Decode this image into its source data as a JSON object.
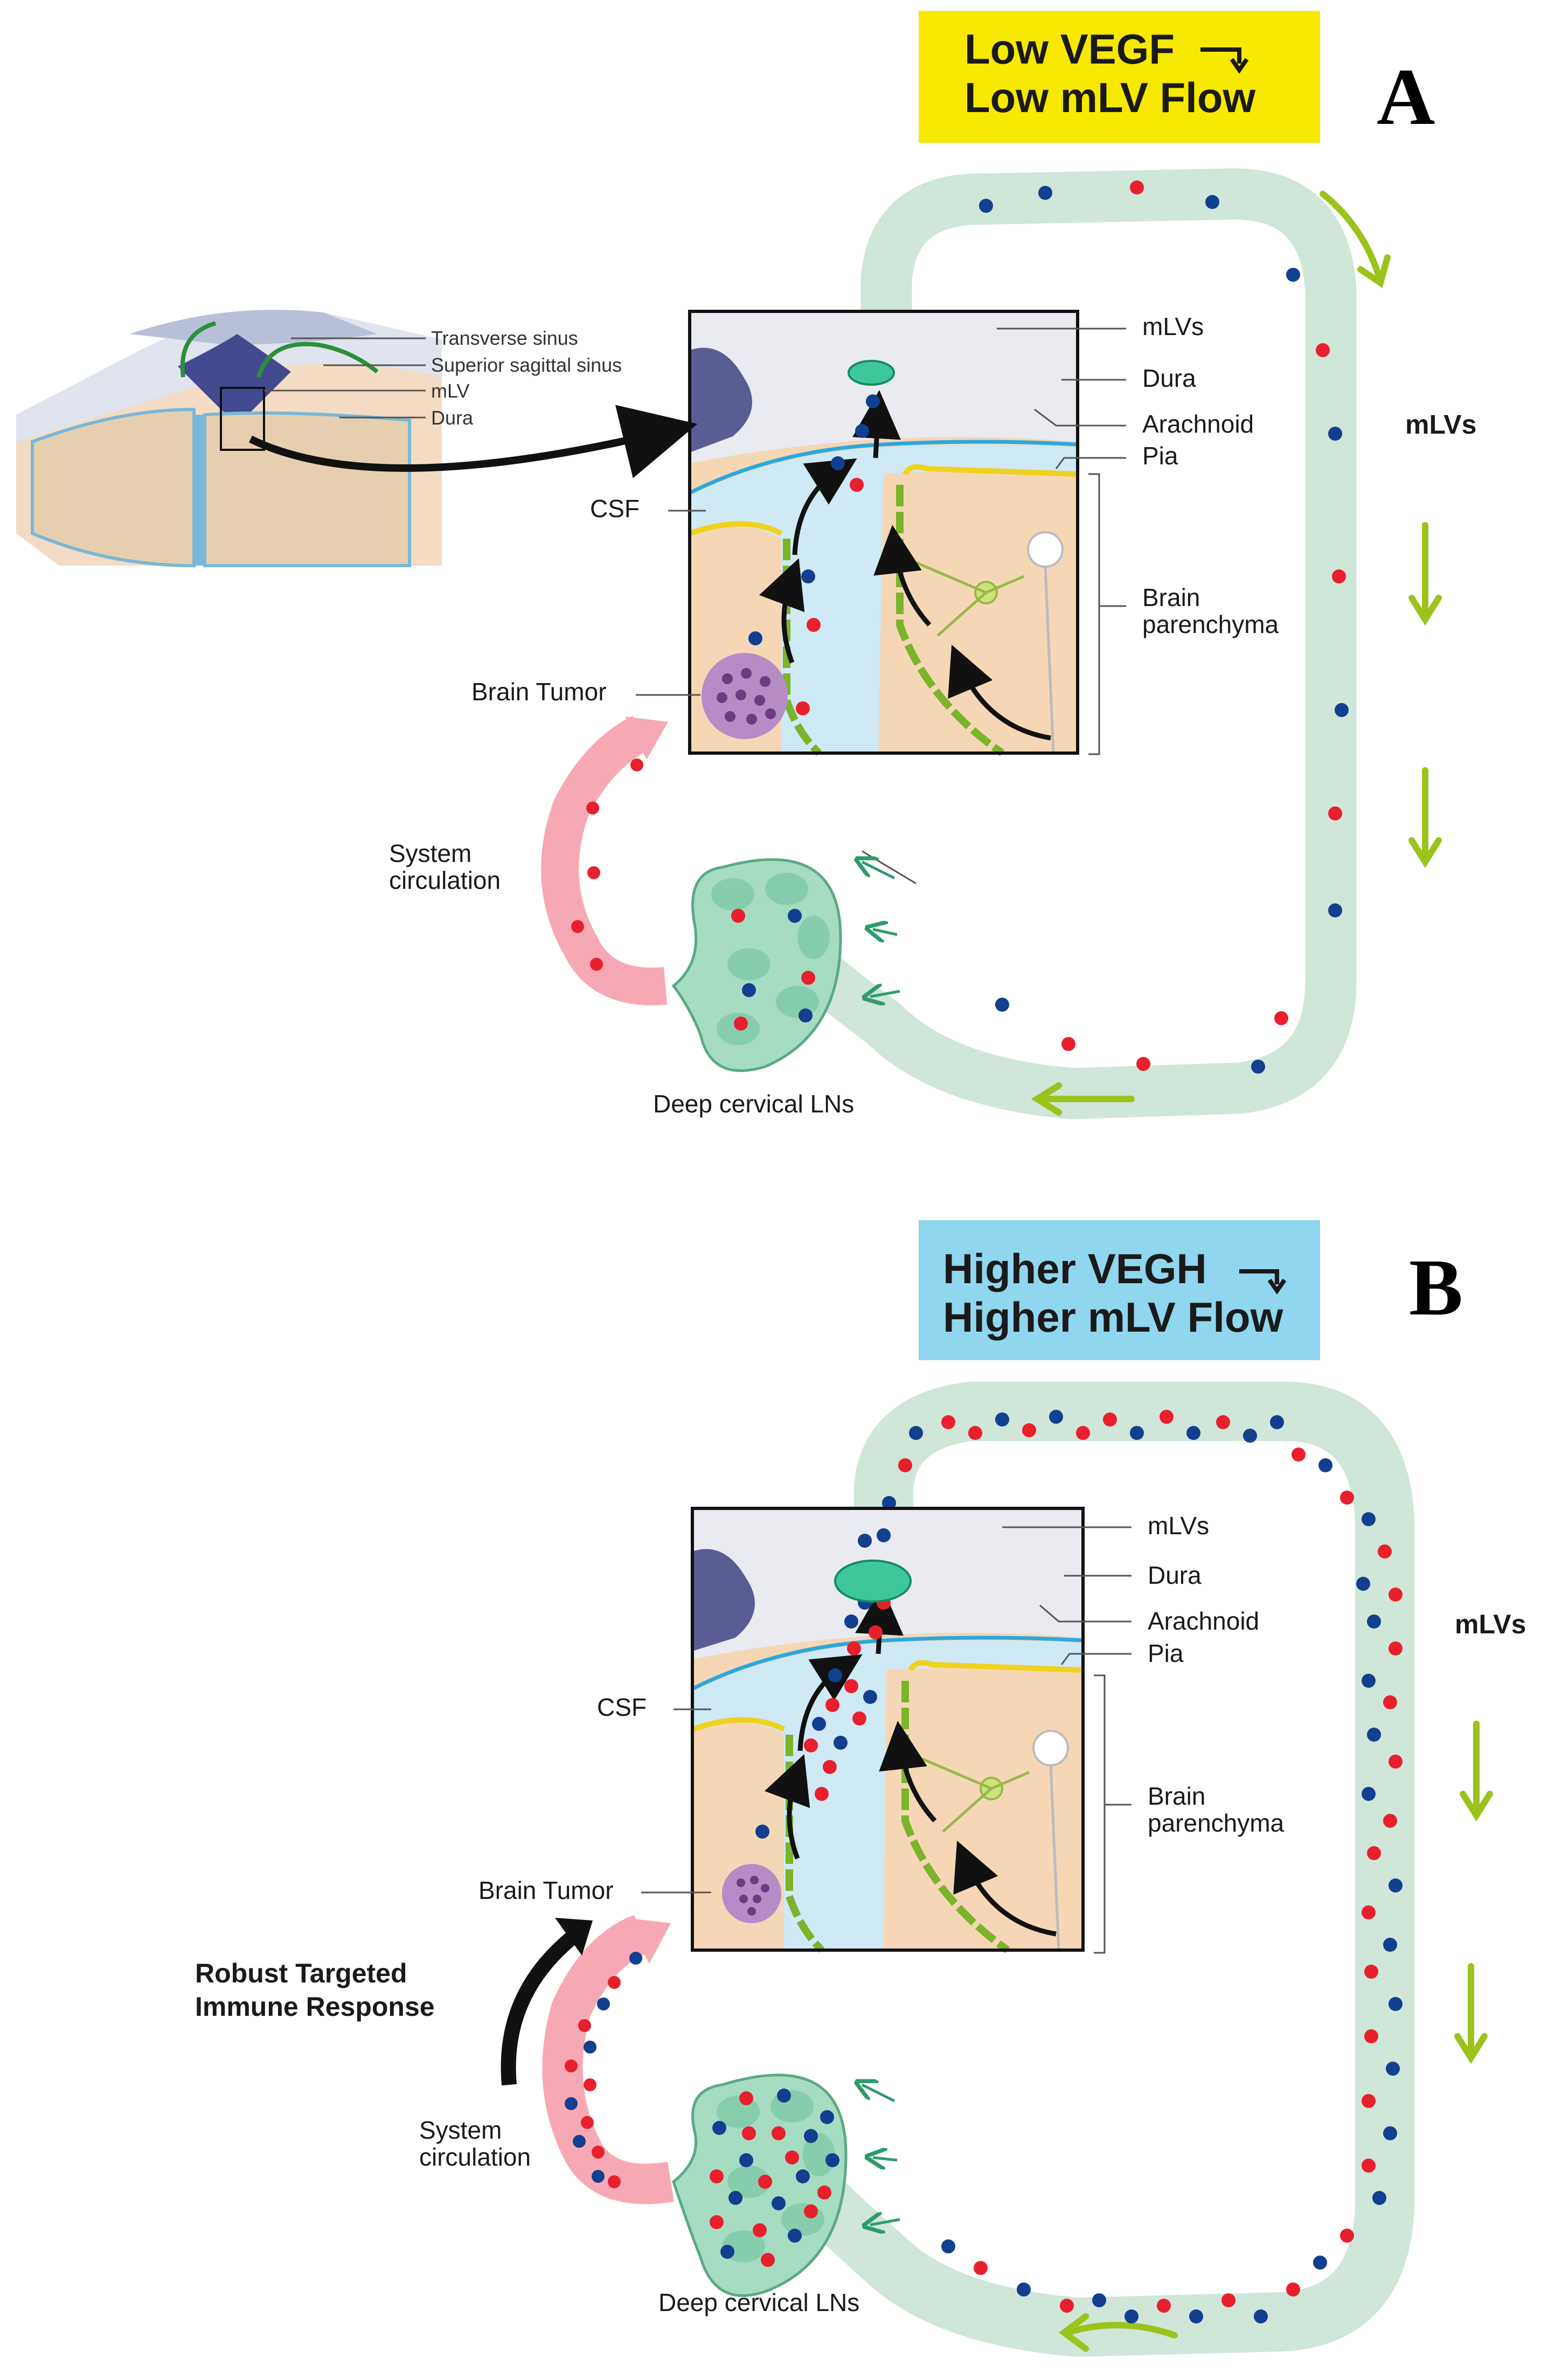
{
  "colors": {
    "vessel": "#cfe6d8",
    "red_cell": "#e8202e",
    "blue_cell": "#123f8f",
    "flow_arrow": "#9bc31c",
    "circulation": "#f6a9b4",
    "csf": "#cfe9f5",
    "parenchyma": "#f5d7b6",
    "dura": "#e9ebf1",
    "box_a": "#f7e800",
    "box_b": "#8fd6ee"
  },
  "panel_a": {
    "letter": "A",
    "box_line1": "Low VEGF",
    "box_line2": "Low mLV Flow",
    "mlvs_side": "mLVs",
    "labels": {
      "mlvs": "mLVs",
      "dura": "Dura",
      "arachnoid": "Arachnoid",
      "pia": "Pia",
      "brain_parenchyma_1": "Brain",
      "brain_parenchyma_2": "parenchyma",
      "csf": "CSF",
      "brain_tumor": "Brain Tumor",
      "system_circulation_1": "System",
      "system_circulation_2": "circulation",
      "deep_cervical": "Deep cervical LNs"
    },
    "inset_labels": {
      "transverse_sinus": "Transverse sinus",
      "superior_sagittal_sinus": "Superior sagittal sinus",
      "mlv": "mLV",
      "dura": "Dura"
    }
  },
  "panel_b": {
    "letter": "B",
    "box_line1": "Higher VEGH",
    "box_line2": "Higher mLV Flow",
    "mlvs_side": "mLVs",
    "labels": {
      "mlvs": "mLVs",
      "dura": "Dura",
      "arachnoid": "Arachnoid",
      "pia": "Pia",
      "brain_parenchyma_1": "Brain",
      "brain_parenchyma_2": "parenchyma",
      "csf": "CSF",
      "brain_tumor": "Brain Tumor",
      "system_circulation_1": "System",
      "system_circulation_2": "circulation",
      "deep_cervical": "Deep cervical LNs",
      "immune_1": "Robust Targeted",
      "immune_2": "Immune Response"
    }
  }
}
